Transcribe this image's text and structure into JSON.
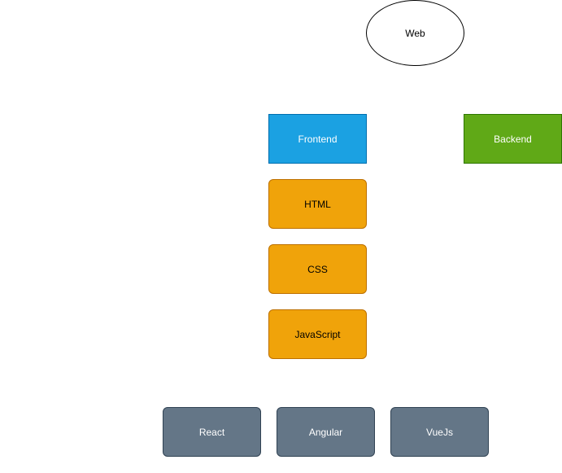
{
  "colors": {
    "web": "#ffffff",
    "web_text": "#000000",
    "frontend": "#1ba1e2",
    "frontend_border": "#006eaf",
    "backend": "#60a917",
    "backend_border": "#2d7600",
    "language": "#f0a30a",
    "language_border": "#bd7000",
    "language_text": "#000000",
    "framework": "#647687",
    "framework_border": "#314354",
    "light_text": "#ffffff"
  },
  "nodes": {
    "web": {
      "label": "Web",
      "shape": "ellipse"
    },
    "frontend": {
      "label": "Frontend",
      "shape": "rectangle"
    },
    "backend": {
      "label": "Backend",
      "shape": "rectangle"
    },
    "html": {
      "label": "HTML",
      "shape": "rounded-rectangle"
    },
    "css": {
      "label": "CSS",
      "shape": "rounded-rectangle"
    },
    "javascript": {
      "label": "JavaScript",
      "shape": "rounded-rectangle"
    },
    "react": {
      "label": "React",
      "shape": "rounded-rectangle"
    },
    "angular": {
      "label": "Angular",
      "shape": "rounded-rectangle"
    },
    "vuejs": {
      "label": "VueJs",
      "shape": "rounded-rectangle"
    }
  }
}
